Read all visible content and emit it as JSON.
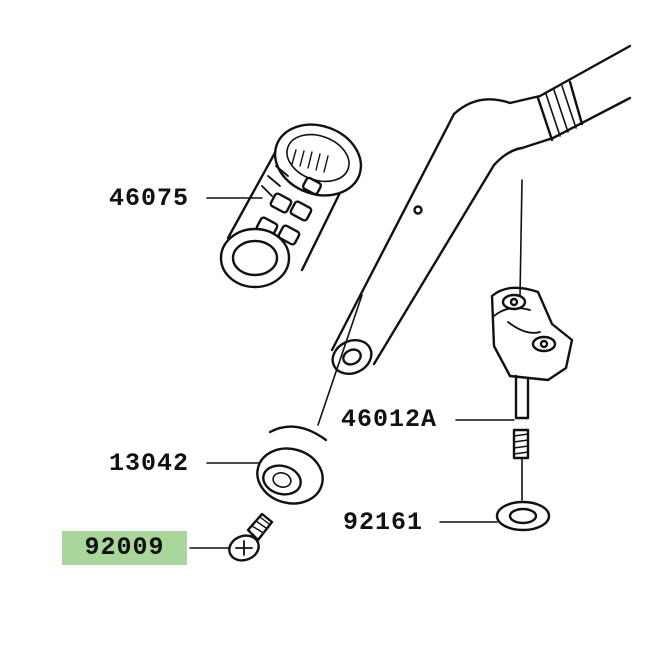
{
  "diagram": {
    "highlight_color": "#a9d69b",
    "parts": [
      {
        "id": "grip",
        "number": "46075",
        "highlighted": false
      },
      {
        "id": "bar-end-weight",
        "number": "13042",
        "highlighted": false
      },
      {
        "id": "screw",
        "number": "92009",
        "highlighted": true
      },
      {
        "id": "handlebar-holder",
        "number": "46012A",
        "highlighted": false
      },
      {
        "id": "washer",
        "number": "92161",
        "highlighted": false
      }
    ]
  }
}
